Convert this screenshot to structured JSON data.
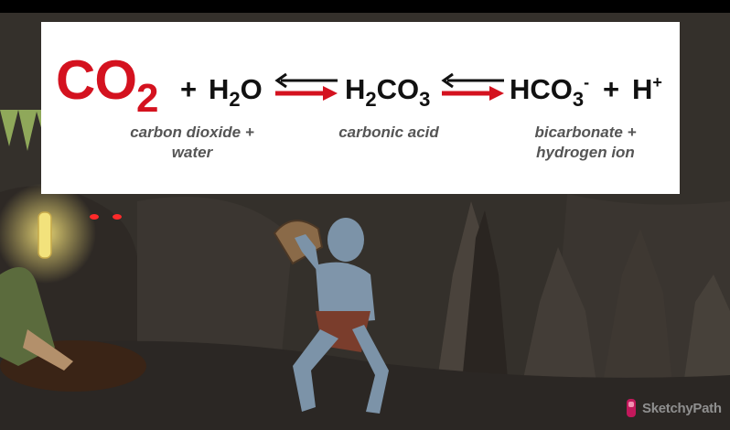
{
  "equation": {
    "co2_main": "CO",
    "co2_sub": "2",
    "plus_1": "+",
    "h2o_h": "H",
    "h2o_sub": "2",
    "h2o_o": "O",
    "h2co3_h": "H",
    "h2co3_sub1": "2",
    "h2co3_co": "CO",
    "h2co3_sub2": "3",
    "hco3_main": "HCO",
    "hco3_sub": "3",
    "hco3_sup": "-",
    "plus_2": "+",
    "hplus_main": "H",
    "hplus_sup": "+"
  },
  "labels": {
    "reactants_line1": "carbon dioxide  +",
    "reactants_line2": "water",
    "intermediate": "carbonic acid",
    "products_line1": "bicarbonate +",
    "products_line2": "hydrogen ion"
  },
  "colors": {
    "accent_red": "#d4121f",
    "arrow_black": "#111111",
    "label_gray": "#555555"
  },
  "icons": {
    "reversible_arrow": "equilibrium-arrows-icon",
    "logo_mark": "sketchy-logo-icon"
  },
  "brand": {
    "name": "SketchyPath"
  }
}
